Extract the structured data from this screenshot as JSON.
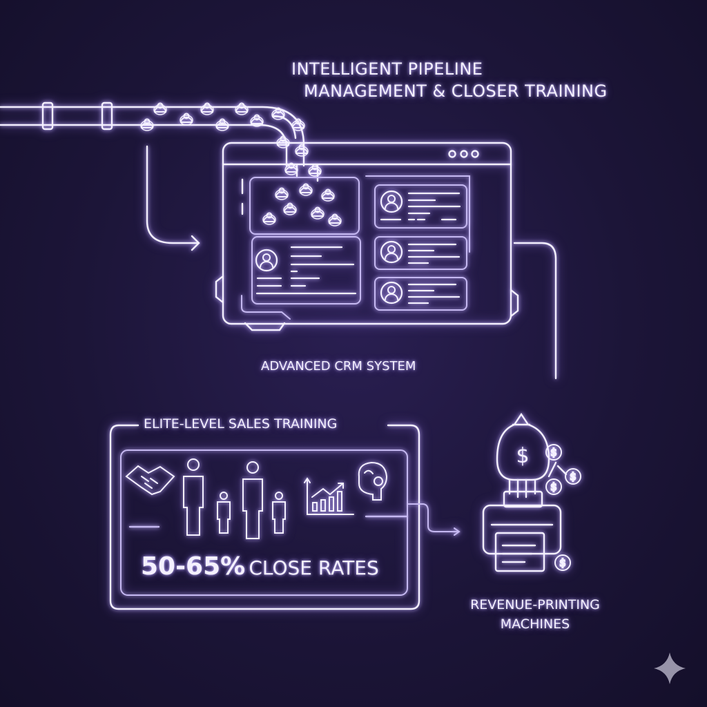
{
  "title": {
    "line1": "INTELLIGENT PIPELINE",
    "line2": "MANAGEMENT & CLOSER TRAINING"
  },
  "crm": {
    "label": "ADVANCED CRM SYSTEM"
  },
  "training": {
    "label": "ELITE-LEVEL SALES TRAINING",
    "rate_value": "50-65%",
    "rate_label": "CLOSE RATES"
  },
  "output": {
    "line1": "REVENUE-PRINTING",
    "line2": "MACHINES"
  },
  "colors": {
    "background": "#1c1538",
    "line": "#f4f0ff",
    "accent": "#a898e0"
  }
}
